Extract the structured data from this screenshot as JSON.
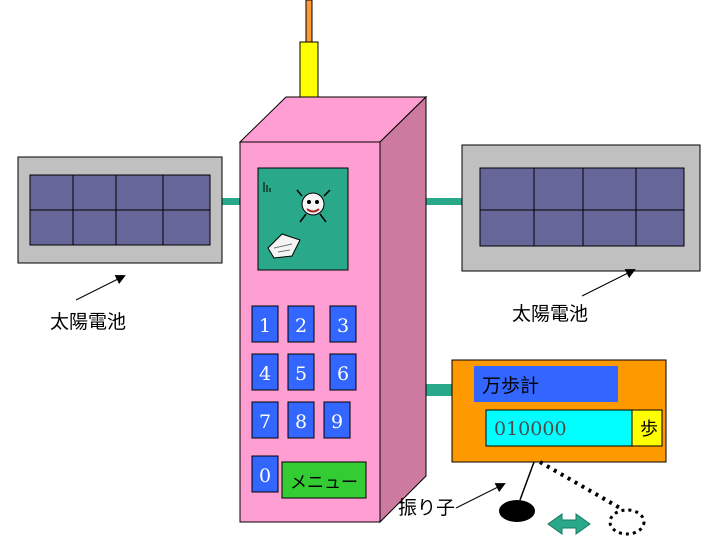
{
  "left_panel": {
    "label": "太陽電池"
  },
  "right_panel": {
    "label": "太陽電池"
  },
  "keypad": {
    "keys": [
      "1",
      "2",
      "3",
      "4",
      "5",
      "6",
      "7",
      "8",
      "9",
      "0"
    ],
    "menu_label": "メニュー"
  },
  "pedometer": {
    "title": "万歩計",
    "count": "010000",
    "unit": "歩"
  },
  "pendulum": {
    "label": "振り子"
  },
  "colors": {
    "phone_front": "#ff9ed2",
    "phone_side": "#cc7aa0",
    "solar_cell": "#666699",
    "frame": "#c0c0c0",
    "connector": "#2aa88a",
    "antenna": "#ffff00",
    "screen": "#2aa88a",
    "key": "#3366ff",
    "menu_button": "#33cc33",
    "pedometer_body": "#ff9900",
    "pedometer_title_bg": "#3366ff",
    "pedometer_display": "#00ffff",
    "pedometer_unit_bg": "#ffff00"
  },
  "icons": [
    "phone-screen-cartoon-icon",
    "swing-arrow-icon"
  ]
}
